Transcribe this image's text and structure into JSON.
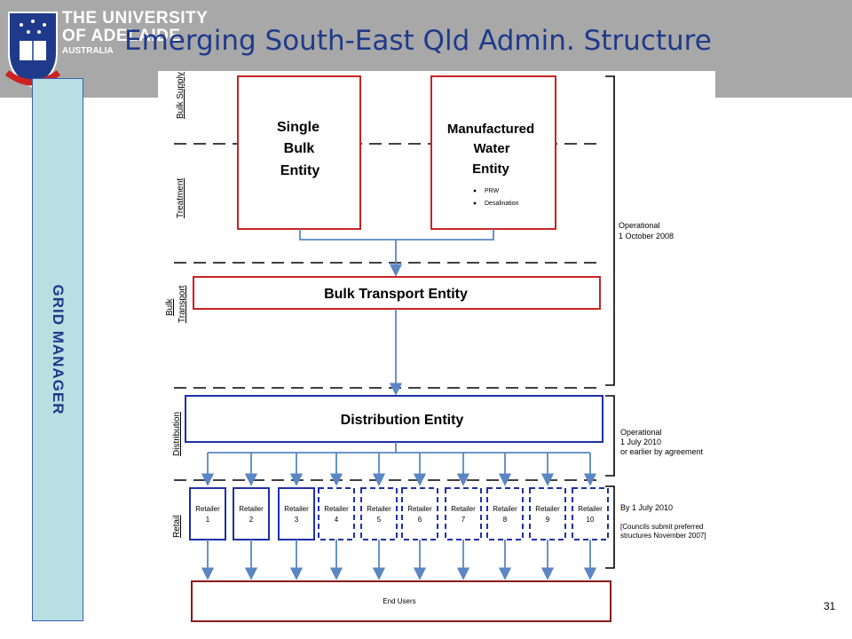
{
  "header": {
    "university_line1": "THE UNIVERSITY",
    "university_line2": "OF ADELAIDE",
    "university_line3": "AUSTRALIA",
    "slide_title": "Emerging South-East Qld Admin. Structure"
  },
  "sidebar": {
    "grid_manager_label": "GRID MANAGER"
  },
  "rows": {
    "bulk_supply": "Bulk Supply",
    "treatment": "Treatment",
    "bulk_transport_1": "Bulk",
    "bulk_transport_2": "Transport",
    "distribution": "Distribution",
    "retail": "Retail"
  },
  "entities": {
    "single_bulk": [
      "Single",
      "Bulk",
      "Entity"
    ],
    "manufactured_water": [
      "Manufactured",
      "Water",
      "Entity"
    ],
    "manufactured_items": [
      "PRW",
      "Desalination"
    ],
    "bulk_transport": "Bulk Transport Entity",
    "distribution": "Distribution Entity",
    "end_users": "End Users"
  },
  "retailers": [
    {
      "line1": "Retailer",
      "line2": "1",
      "style": "solid"
    },
    {
      "line1": "Retailer",
      "line2": "2",
      "style": "solid"
    },
    {
      "line1": "Retailer",
      "line2": "3",
      "style": "solid"
    },
    {
      "line1": "Retailer",
      "line2": "4",
      "style": "dashed"
    },
    {
      "line1": "Retailer",
      "line2": "5",
      "style": "dashed"
    },
    {
      "line1": "Retailer",
      "line2": "6",
      "style": "dashed"
    },
    {
      "line1": "Retailer",
      "line2": "7",
      "style": "dashed"
    },
    {
      "line1": "Retailer",
      "line2": "8",
      "style": "dashed"
    },
    {
      "line1": "Retailer",
      "line2": "9",
      "style": "dashed"
    },
    {
      "line1": "Retailer",
      "line2": "10",
      "style": "dashed"
    }
  ],
  "annotations": {
    "operational_2008": [
      "Operational",
      "1 October 2008"
    ],
    "operational_2010": [
      "Operational",
      "1 July 2010",
      "or earlier by agreement"
    ],
    "retail_2010": [
      "By 1 July 2010"
    ],
    "retail_note": [
      "[Councils submit preferred",
      "structures November 2007]"
    ]
  },
  "colors": {
    "red_box": "#cc2222",
    "blue_box": "#1f2fa8",
    "connector": "#5a86c4",
    "end_users_border": "#8b1a1a"
  },
  "page_number": "31"
}
